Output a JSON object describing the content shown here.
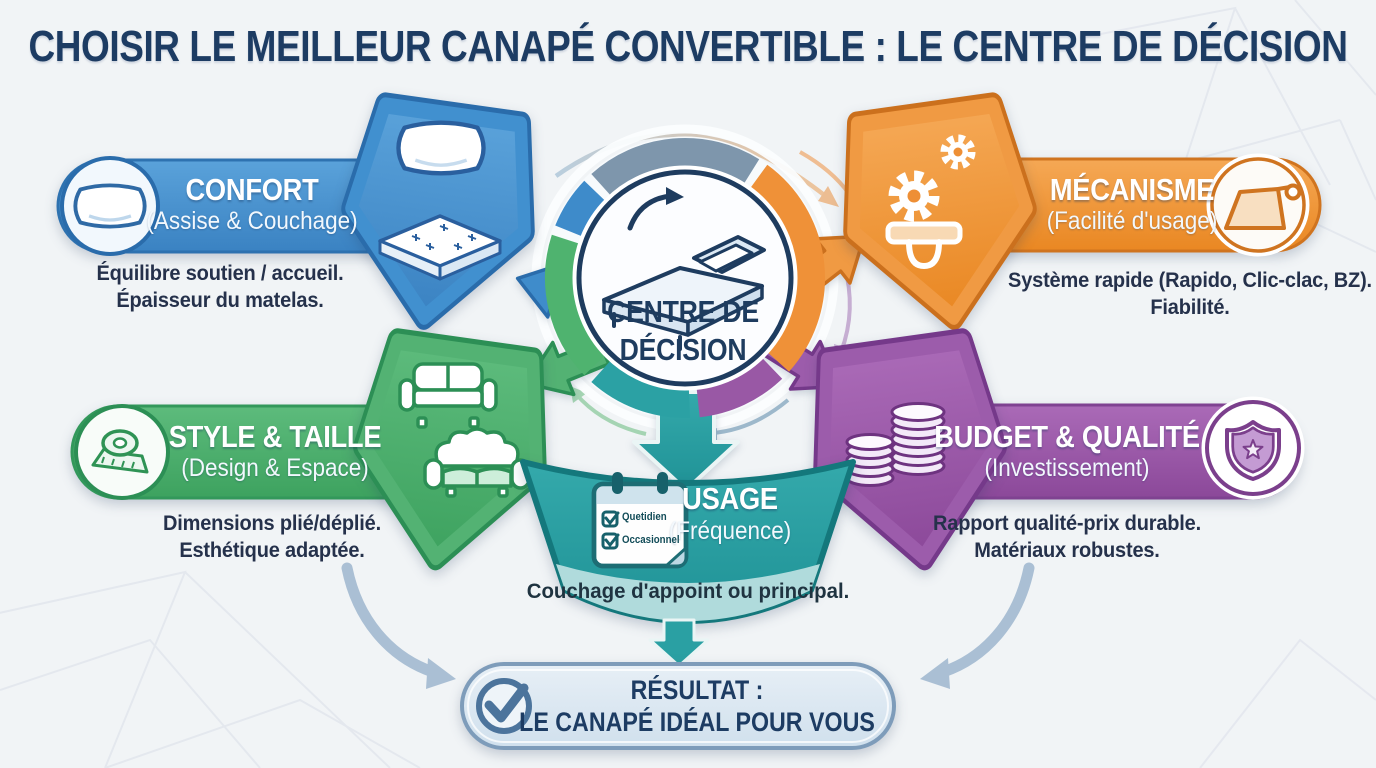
{
  "title": "CHOISIR LE MEILLEUR CANAPÉ CONVERTIBLE : LE CENTRE DE DÉCISION",
  "center": {
    "label_line1": "CENTRE DE",
    "label_line2": "DÉCISION",
    "icon": "sofa-bed-icon"
  },
  "branches": {
    "confort": {
      "title": "CONFORT",
      "subtitle": "(Assise & Couchage)",
      "desc_line1": "Équilibre soutien / accueil.",
      "desc_line2": "Épaisseur du matelas.",
      "color": "#3E8BCA",
      "icons": [
        "pillow-icon",
        "mattress-icon"
      ]
    },
    "mecanisme": {
      "title": "MÉCANISME",
      "subtitle": "(Facilité d'usage)",
      "desc_line1": "Système rapide (Rapido, Clic-clac, BZ).",
      "desc_line2": "Fiabilité.",
      "color": "#EF9138",
      "icons": [
        "gears-icon",
        "drawer-handle-icon",
        "folding-mattress-icon"
      ]
    },
    "style_taille": {
      "title": "STYLE & TAILLE",
      "subtitle": "(Design & Espace)",
      "desc_line1": "Dimensions plié/déplié.",
      "desc_line2": "Esthétique adaptée.",
      "color": "#4FB36F",
      "icons": [
        "measuring-tape-icon",
        "sofa-icon",
        "loveseat-icon"
      ]
    },
    "budget_qualite": {
      "title": "BUDGET & QUALITÉ",
      "subtitle": "(Investissement)",
      "desc_line1": "Rapport qualité-prix durable.",
      "desc_line2": "Matériaux robustes.",
      "color": "#9958A5",
      "icons": [
        "coins-icon",
        "shield-star-icon"
      ]
    },
    "usage": {
      "title": "USAGE",
      "subtitle": "(Fréquence)",
      "banner_text": "Couchage d'appoint ou principal.",
      "color": "#2BA1A4",
      "icon": "calendar-icon",
      "calendar_items": [
        "Quetidien",
        "Occasionnel"
      ]
    }
  },
  "result": {
    "line1": "RÉSULTAT :",
    "line2": "LE CANAPÉ IDÉAL POUR VOUS",
    "icon": "check-circle-icon",
    "fill": "#D8E5F0",
    "border": "#7E9CBA"
  },
  "palette": {
    "navy": "#1E3C5F",
    "ring_gray": "#7E96AC",
    "background": "#F1F4F6"
  }
}
